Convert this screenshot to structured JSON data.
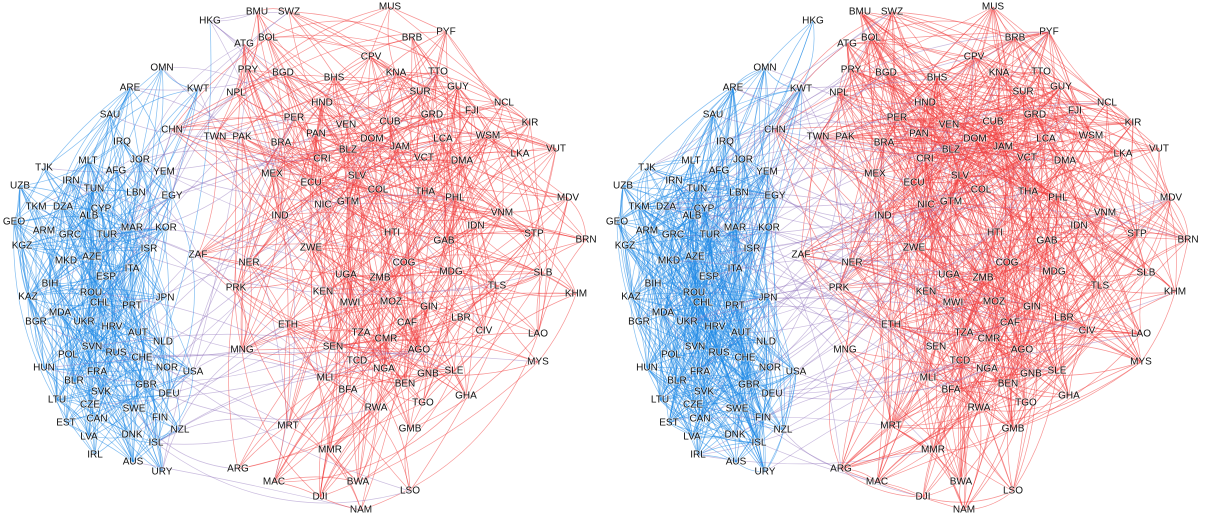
{
  "panels": [
    {
      "id": "left",
      "nodes": {
        "HKG": "blue",
        "BMU": "red",
        "SWZ": "red",
        "MUS": "red",
        "ATG": "red",
        "BOL": "red",
        "CPV": "red",
        "BRB": "red",
        "PYF": "red",
        "OMN": "blue",
        "PRY": "red",
        "BGD": "red",
        "BHS": "red",
        "KNA": "red",
        "TTO": "red",
        "ARE": "blue",
        "KWT": "blue",
        "NPL": "red",
        "SUR": "red",
        "GUY": "red",
        "HND": "red",
        "NCL": "red",
        "SAU": "blue",
        "PER": "red",
        "FJI": "red",
        "KIR": "red",
        "IRQ": "blue",
        "CHN": "red",
        "PAN": "red",
        "VEN": "red",
        "CUB": "red",
        "GRD": "red",
        "WSM": "red",
        "TWN": "red",
        "PAK": "red",
        "DOM": "red",
        "LCA": "red",
        "BRA": "red",
        "JAM": "red",
        "TJK": "blue",
        "MLT": "blue",
        "JOR": "blue",
        "BLZ": "red",
        "CRI": "red",
        "VCT": "red",
        "DMA": "red",
        "LKA": "red",
        "VUT": "red",
        "UZB": "blue",
        "IRN": "blue",
        "AFG": "blue",
        "YEM": "blue",
        "SLV": "red",
        "TKM": "blue",
        "TUN": "blue",
        "LBN": "blue",
        "EGY": "blue",
        "MEX": "red",
        "ECU": "red",
        "COL": "red",
        "THA": "red",
        "MDV": "red",
        "GEO": "blue",
        "DZA": "blue",
        "CYP": "blue",
        "ALB": "blue",
        "NIC": "red",
        "GTM": "red",
        "PHL": "red",
        "IND": "red",
        "VNM": "red",
        "KGZ": "blue",
        "ARM": "blue",
        "GRC": "blue",
        "TUR": "blue",
        "MAR": "blue",
        "KOR": "blue",
        "IDN": "red",
        "STP": "red",
        "BRN": "red",
        "HTI": "red",
        "GAB": "red",
        "ISR": "blue",
        "ZWE": "red",
        "MKD": "blue",
        "AZE": "blue",
        "ZAF": "red",
        "NER": "red",
        "COG": "red",
        "ITA": "blue",
        "ESP": "blue",
        "BIH": "blue",
        "UGA": "red",
        "ZMB": "red",
        "MDG": "red",
        "SLB": "red",
        "KAZ": "blue",
        "ROU": "blue",
        "PRK": "red",
        "TLS": "red",
        "KHM": "red",
        "CHL": "blue",
        "PRT": "blue",
        "JPN": "blue",
        "KEN": "red",
        "MWI": "red",
        "MOZ": "red",
        "GIN": "red",
        "MDA": "blue",
        "BGR": "blue",
        "UKR": "blue",
        "HRV": "blue",
        "CAF": "red",
        "LBR": "red",
        "AUT": "blue",
        "ETH": "red",
        "TZA": "red",
        "CMR": "red",
        "CIV": "red",
        "LAO": "red",
        "NLD": "blue",
        "SVN": "blue",
        "POL": "blue",
        "RUS": "blue",
        "CHE": "blue",
        "SEN": "red",
        "MNG": "red",
        "AGO": "red",
        "TCD": "red",
        "NGA": "red",
        "HUN": "blue",
        "FRA": "blue",
        "NOR": "blue",
        "USA": "blue",
        "MYS": "red",
        "BLR": "blue",
        "MLI": "red",
        "GNB": "red",
        "SLE": "red",
        "SVK": "blue",
        "GBR": "blue",
        "BEN": "red",
        "BFA": "red",
        "DEU": "blue",
        "GHA": "red",
        "LTU": "blue",
        "CZE": "blue",
        "SWE": "blue",
        "RWA": "red",
        "TGO": "red",
        "CAN": "blue",
        "FIN": "blue",
        "EST": "blue",
        "NZL": "blue",
        "MRT": "red",
        "DNK": "blue",
        "ISL": "blue",
        "GMB": "red",
        "LVA": "blue",
        "MMR": "red",
        "IRL": "blue",
        "AUS": "blue",
        "URY": "blue",
        "ARG": "red",
        "MAC": "red",
        "BWA": "red",
        "LSO": "red",
        "DJI": "red",
        "NAM": "red"
      }
    },
    {
      "id": "right",
      "nodes": {
        "HKG": "blue",
        "BMU": "red",
        "SWZ": "red",
        "MUS": "red",
        "ATG": "red",
        "BOL": "red",
        "CPV": "red",
        "BRB": "red",
        "PYF": "red",
        "OMN": "blue",
        "PRY": "red",
        "BGD": "red",
        "BHS": "red",
        "KNA": "red",
        "TTO": "red",
        "ARE": "blue",
        "KWT": "blue",
        "NPL": "red",
        "SUR": "red",
        "GUY": "red",
        "HND": "red",
        "NCL": "red",
        "SAU": "blue",
        "PER": "red",
        "FJI": "red",
        "KIR": "red",
        "IRQ": "blue",
        "CHN": "red",
        "PAN": "red",
        "VEN": "red",
        "CUB": "red",
        "GRD": "red",
        "WSM": "red",
        "TWN": "red",
        "PAK": "red",
        "DOM": "red",
        "LCA": "red",
        "BRA": "red",
        "JAM": "red",
        "TJK": "blue",
        "MLT": "blue",
        "JOR": "blue",
        "BLZ": "red",
        "CRI": "red",
        "VCT": "red",
        "DMA": "red",
        "LKA": "red",
        "VUT": "red",
        "UZB": "blue",
        "IRN": "blue",
        "AFG": "blue",
        "YEM": "blue",
        "SLV": "red",
        "TKM": "blue",
        "TUN": "blue",
        "LBN": "blue",
        "EGY": "blue",
        "MEX": "red",
        "ECU": "red",
        "COL": "red",
        "THA": "red",
        "MDV": "red",
        "GEO": "blue",
        "DZA": "blue",
        "CYP": "blue",
        "ALB": "blue",
        "NIC": "red",
        "GTM": "red",
        "PHL": "red",
        "IND": "red",
        "VNM": "red",
        "KGZ": "blue",
        "ARM": "blue",
        "GRC": "blue",
        "TUR": "blue",
        "MAR": "blue",
        "KOR": "blue",
        "IDN": "red",
        "STP": "red",
        "BRN": "red",
        "HTI": "red",
        "GAB": "red",
        "ISR": "blue",
        "ZWE": "red",
        "MKD": "blue",
        "AZE": "blue",
        "ZAF": "red",
        "NER": "red",
        "COG": "red",
        "ITA": "blue",
        "ESP": "blue",
        "BIH": "blue",
        "UGA": "red",
        "ZMB": "red",
        "MDG": "red",
        "SLB": "red",
        "KAZ": "blue",
        "ROU": "blue",
        "PRK": "red",
        "TLS": "red",
        "KHM": "red",
        "CHL": "blue",
        "PRT": "blue",
        "JPN": "blue",
        "KEN": "red",
        "MWI": "red",
        "MOZ": "red",
        "GIN": "red",
        "MDA": "blue",
        "BGR": "blue",
        "UKR": "blue",
        "HRV": "blue",
        "CAF": "red",
        "LBR": "red",
        "AUT": "blue",
        "ETH": "red",
        "TZA": "red",
        "CMR": "red",
        "CIV": "red",
        "LAO": "red",
        "NLD": "blue",
        "SVN": "blue",
        "POL": "blue",
        "RUS": "blue",
        "CHE": "blue",
        "SEN": "red",
        "MNG": "red",
        "AGO": "red",
        "TCD": "red",
        "NGA": "red",
        "HUN": "blue",
        "FRA": "blue",
        "NOR": "blue",
        "USA": "blue",
        "MYS": "red",
        "BLR": "blue",
        "MLI": "red",
        "GNB": "red",
        "SLE": "red",
        "SVK": "blue",
        "GBR": "blue",
        "BEN": "red",
        "BFA": "red",
        "DEU": "blue",
        "GHA": "red",
        "LTU": "blue",
        "CZE": "blue",
        "SWE": "blue",
        "RWA": "red",
        "TGO": "red",
        "CAN": "blue",
        "FIN": "blue",
        "EST": "blue",
        "NZL": "blue",
        "MRT": "red",
        "DNK": "blue",
        "ISL": "blue",
        "GMB": "red",
        "LVA": "blue",
        "MMR": "red",
        "IRL": "blue",
        "AUS": "blue",
        "URY": "blue",
        "ARG": "red",
        "MAC": "red",
        "BWA": "red",
        "LSO": "red",
        "DJI": "red",
        "NAM": "red"
      }
    }
  ],
  "colors": {
    "blue": "#1e88e5",
    "red": "#f03a3a",
    "mixed": "#8a6bb8",
    "label": "#111111",
    "background": "#ffffff"
  }
}
